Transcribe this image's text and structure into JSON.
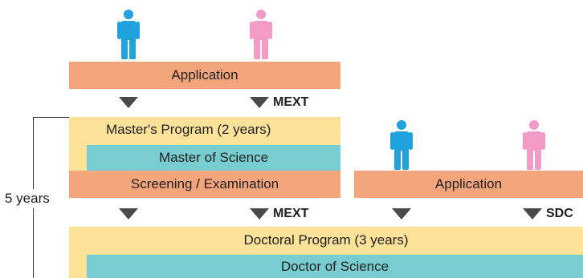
{
  "colors": {
    "male": "#1fa2dd",
    "female": "#f29bc7",
    "application_bar": "#f5a57c",
    "program_bar": "#fde29a",
    "degree_bar": "#78cdd0",
    "arrow": "#4a4a4a"
  },
  "icons": {
    "male": "person-male-icon",
    "female": "person-female-icon",
    "arrow": "triangle-down-icon"
  },
  "masters": {
    "application": "Application",
    "mext_label": "MEXT",
    "program": "Master's Program (2 years)",
    "degree": "Master of Science",
    "screening": "Screening / Examination"
  },
  "doctoral_entry": {
    "application": "Application",
    "sdc_label": "SDC"
  },
  "second_stage": {
    "mext_label": "MEXT"
  },
  "doctoral": {
    "program": "Doctoral Program (3 years)",
    "degree": "Doctor of Science"
  },
  "duration_label": "5 years"
}
